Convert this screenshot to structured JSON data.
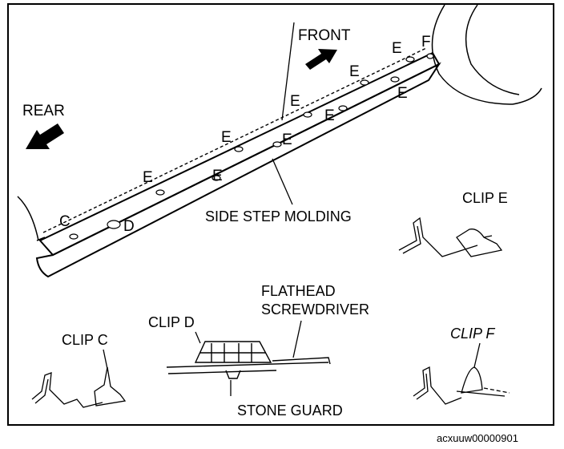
{
  "labels": {
    "front": "FRONT",
    "rear": "REAR",
    "side_step_molding": "SIDE STEP MOLDING",
    "clip_c": "CLIP C",
    "clip_d": "CLIP D",
    "clip_e": "CLIP E",
    "clip_f": "CLIP F",
    "flathead": "FLATHEAD",
    "screwdriver": "SCREWDRIVER",
    "stone_guard": "STONE GUARD",
    "letter_c": "C",
    "letter_d": "D",
    "letter_e": "E",
    "letter_f": "F"
  },
  "image_code": "acxuuw00000901"
}
